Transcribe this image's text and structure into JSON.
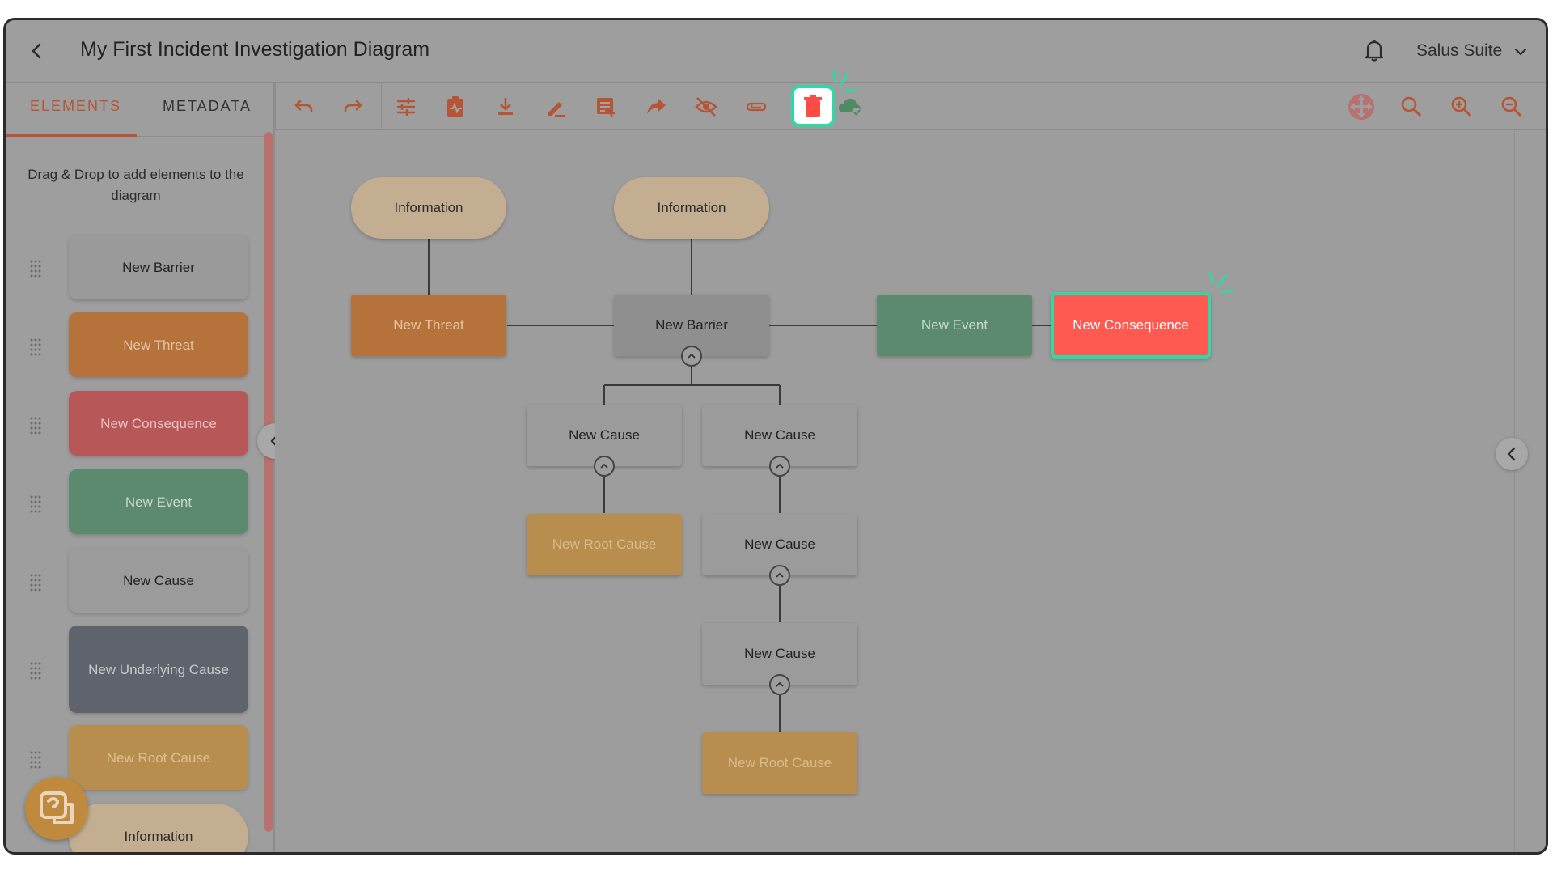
{
  "header": {
    "title": "My First Incident Investigation Diagram",
    "account_label": "Salus Suite"
  },
  "sidebar": {
    "tabs": [
      {
        "label": "ELEMENTS",
        "active": true
      },
      {
        "label": "METADATA",
        "active": false
      }
    ],
    "hint": "Drag & Drop to add elements to the diagram",
    "palette": [
      {
        "label": "New Barrier"
      },
      {
        "label": "New Threat"
      },
      {
        "label": "New Consequence"
      },
      {
        "label": "New Event"
      },
      {
        "label": "New Cause"
      },
      {
        "label": "New Underlying Cause"
      },
      {
        "label": "New Root Cause"
      },
      {
        "label": "Information"
      }
    ]
  },
  "toolbar": {
    "icons": [
      "undo-icon",
      "redo-icon",
      "tune-icon",
      "clipboard-pulse-icon",
      "download-icon",
      "edit-icon",
      "add-note-icon",
      "share-icon",
      "hide-icon",
      "attachment-icon",
      "delete-icon",
      "cloud-saved-icon",
      "pan-icon",
      "search-icon",
      "zoom-in-icon",
      "zoom-out-icon"
    ],
    "highlight_color": "#2fd9a5"
  },
  "diagram": {
    "nodes": {
      "info_1": "Information",
      "info_2": "Information",
      "threat": "New Threat",
      "barrier": "New Barrier",
      "event": "New Event",
      "consequence": "New Consequence",
      "cause_1": "New Cause",
      "cause_2": "New Cause",
      "cause_3": "New Cause",
      "cause_4": "New Cause",
      "root_1": "New Root Cause",
      "root_2": "New Root Cause"
    },
    "selected_node": "New Consequence"
  }
}
